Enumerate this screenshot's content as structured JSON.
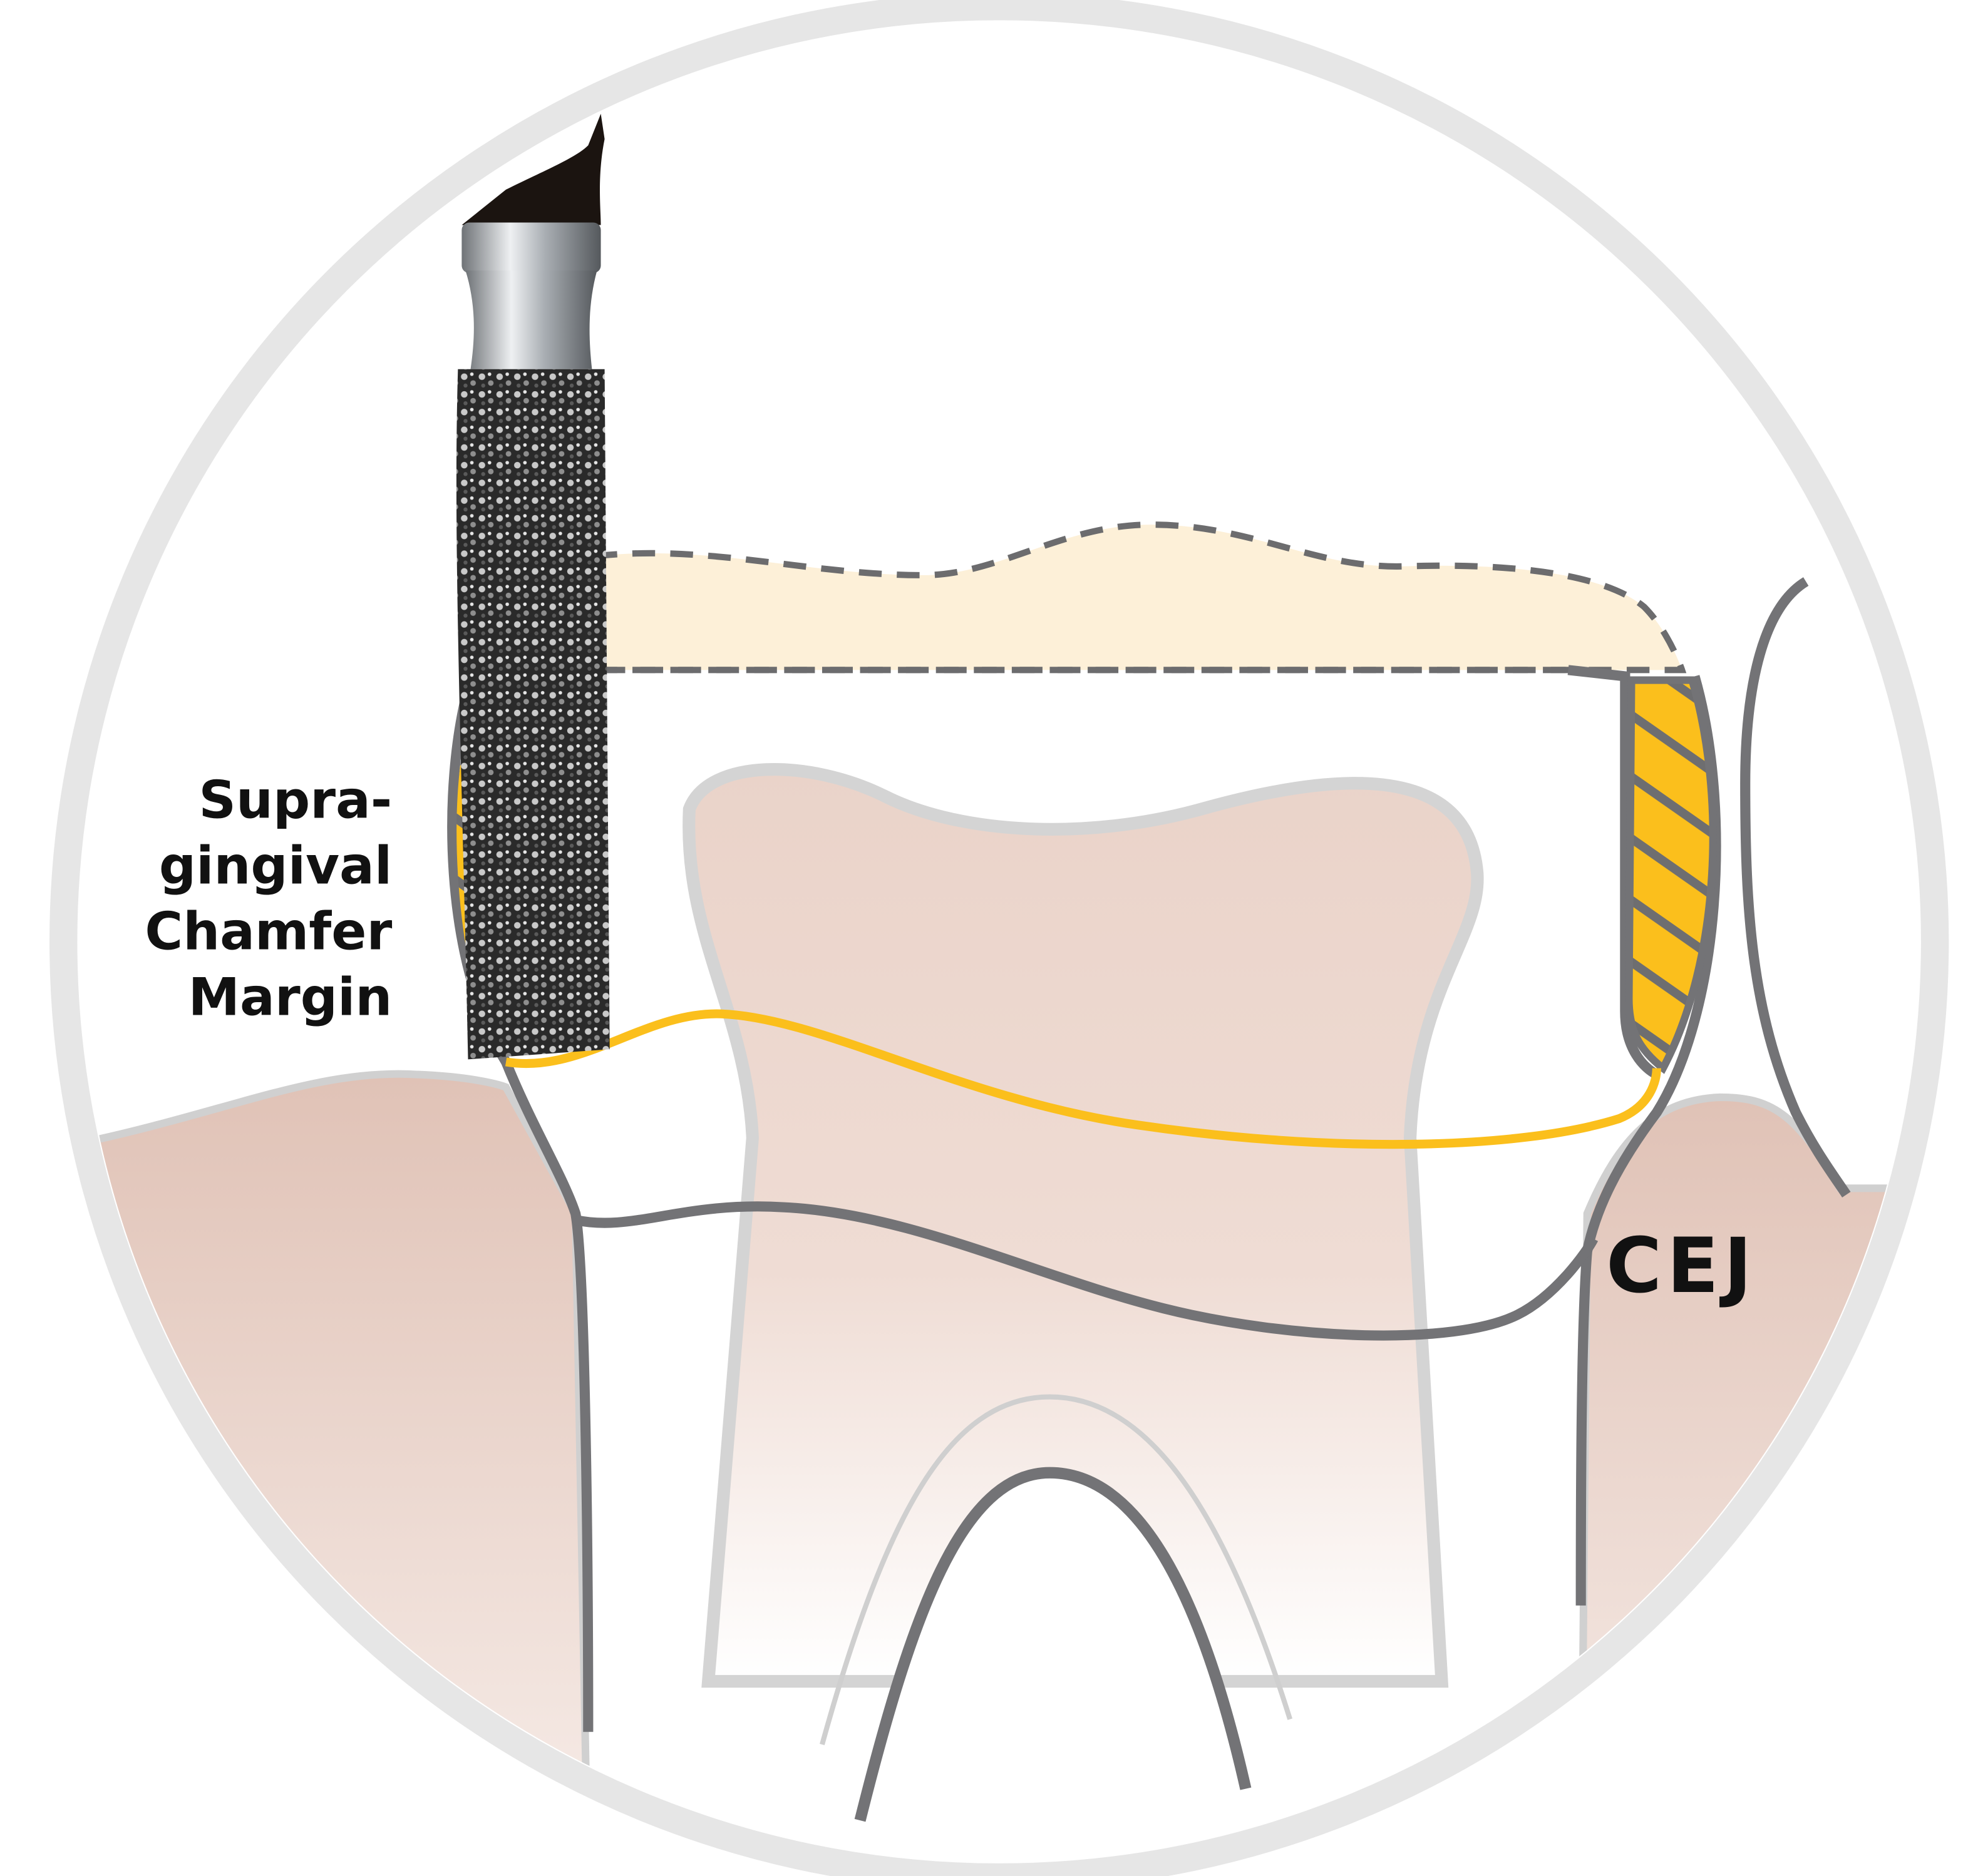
{
  "labels": {
    "margin_lines": [
      "Supra-",
      "gingival",
      "Chamfer",
      "Margin"
    ],
    "cej": "CEJ"
  },
  "colors": {
    "frame_ring": "#e6e6e6",
    "gum": "#e0c2b6",
    "dentin": "#ead3c9",
    "outline": "#737376",
    "margin_line": "#fbbf1c",
    "reduction_zone": "#fdf0d8"
  }
}
